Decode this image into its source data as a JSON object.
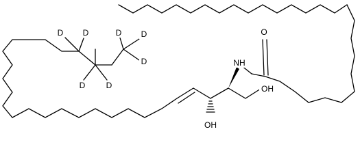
{
  "atoms": {
    "nh": "NH",
    "amide_o": "O",
    "oh_primary": "OH",
    "oh_secondary": "OH",
    "deuterium": [
      "D",
      "D",
      "D",
      "D",
      "D",
      "D",
      "D"
    ]
  },
  "colors": {
    "bond": "#000000",
    "background": "#ffffff"
  }
}
